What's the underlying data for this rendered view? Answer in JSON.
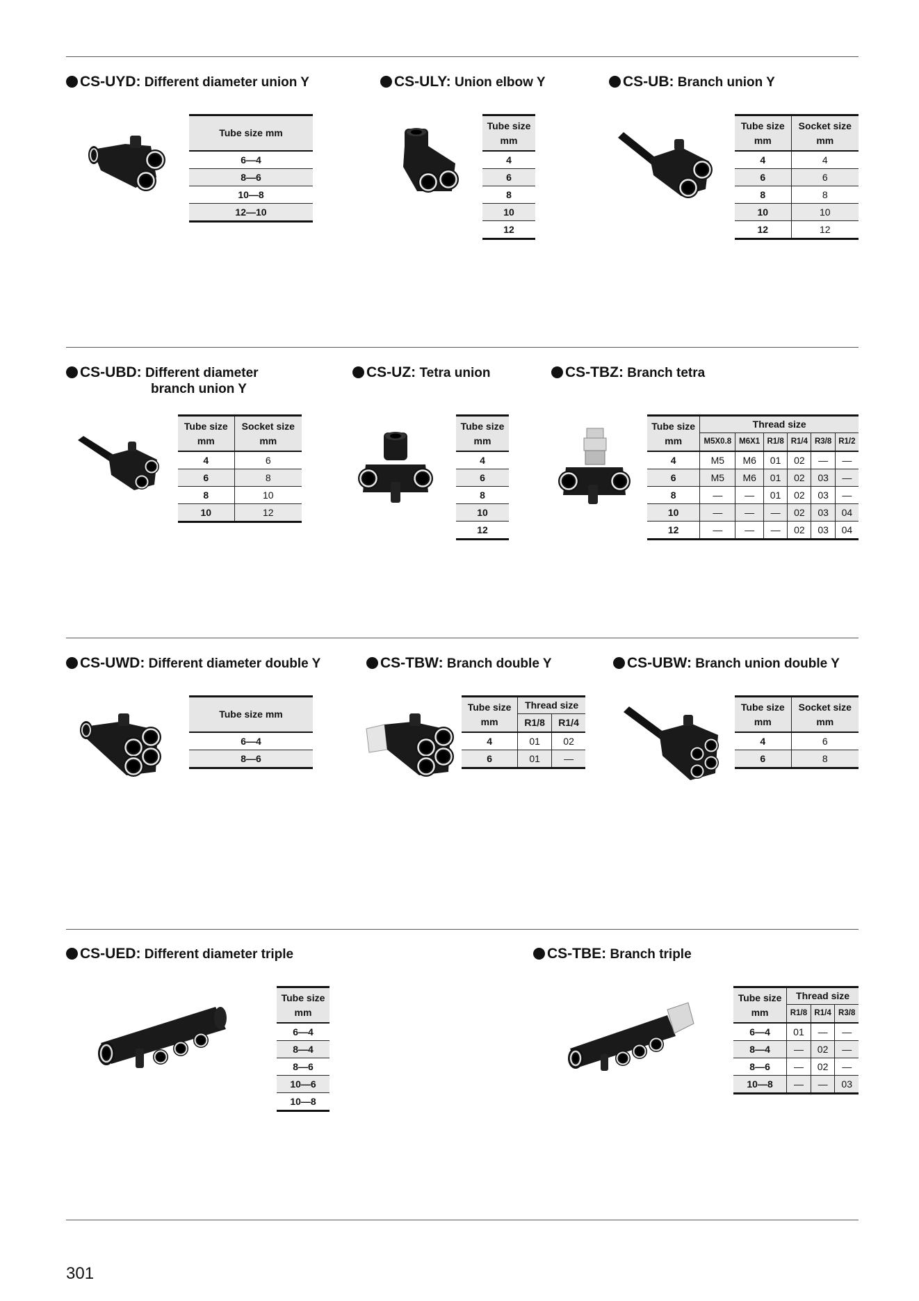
{
  "page_number": "301",
  "sections": [
    {
      "items": [
        {
          "code": "CS-UYD:",
          "name": "Different diameter union Y",
          "icon": "union-y-fitting",
          "table": {
            "header": "Tube size  mm",
            "rows": [
              "6—4",
              "8—6",
              "10—8",
              "12—10"
            ]
          }
        },
        {
          "code": "CS-ULY:",
          "name": "Union elbow Y",
          "icon": "union-elbow-y-fitting",
          "table": {
            "header1": "Tube size",
            "header2": "mm",
            "rows": [
              "4",
              "6",
              "8",
              "10",
              "12"
            ]
          }
        },
        {
          "code": "CS-UB:",
          "name": "Branch union Y",
          "icon": "branch-union-y-fitting",
          "table": {
            "col1": [
              "Tube size",
              "mm"
            ],
            "col2": [
              "Socket size",
              "mm"
            ],
            "rows": [
              [
                "4",
                "4"
              ],
              [
                "6",
                "6"
              ],
              [
                "8",
                "8"
              ],
              [
                "10",
                "10"
              ],
              [
                "12",
                "12"
              ]
            ]
          }
        }
      ]
    },
    {
      "items": [
        {
          "code": "CS-UBD:",
          "name": "Different diameter",
          "name2": "branch union Y",
          "icon": "branch-union-y-fitting",
          "table": {
            "col1": [
              "Tube size",
              "mm"
            ],
            "col2": [
              "Socket size",
              "mm"
            ],
            "rows": [
              [
                "4",
                "6"
              ],
              [
                "6",
                "8"
              ],
              [
                "8",
                "10"
              ],
              [
                "10",
                "12"
              ]
            ]
          }
        },
        {
          "code": "CS-UZ:",
          "name": "Tetra union",
          "icon": "tetra-union-fitting",
          "table": {
            "header1": "Tube size",
            "header2": "mm",
            "rows": [
              "4",
              "6",
              "8",
              "10",
              "12"
            ]
          }
        },
        {
          "code": "CS-TBZ:",
          "name": "Branch tetra",
          "icon": "branch-tetra-fitting",
          "table": {
            "col1": [
              "Tube size",
              "mm"
            ],
            "group": "Thread size",
            "cols": [
              "M5X0.8",
              "M6X1",
              "R1/8",
              "R1/4",
              "R3/8",
              "R1/2"
            ],
            "rows": [
              [
                "4",
                "M5",
                "M6",
                "01",
                "02",
                "—",
                "—"
              ],
              [
                "6",
                "M5",
                "M6",
                "01",
                "02",
                "03",
                "—"
              ],
              [
                "8",
                "—",
                "—",
                "01",
                "02",
                "03",
                "—"
              ],
              [
                "10",
                "—",
                "—",
                "—",
                "02",
                "03",
                "04"
              ],
              [
                "12",
                "—",
                "—",
                "—",
                "02",
                "03",
                "04"
              ]
            ]
          }
        }
      ]
    },
    {
      "items": [
        {
          "code": "CS-UWD:",
          "name": "Different diameter double Y",
          "icon": "double-y-fitting",
          "table": {
            "header": "Tube size  mm",
            "rows": [
              "6—4",
              "8—6"
            ]
          }
        },
        {
          "code": "CS-TBW:",
          "name": "Branch double Y",
          "icon": "branch-double-y-fitting",
          "table": {
            "col1": [
              "Tube size",
              "mm"
            ],
            "group": "Thread size",
            "cols": [
              "R1/8",
              "R1/4"
            ],
            "rows": [
              [
                "4",
                "01",
                "02"
              ],
              [
                "6",
                "01",
                "—"
              ]
            ]
          }
        },
        {
          "code": "CS-UBW:",
          "name": "Branch union double Y",
          "icon": "branch-union-double-y-fitting",
          "table": {
            "col1": [
              "Tube size",
              "mm"
            ],
            "col2": [
              "Socket size",
              "mm"
            ],
            "rows": [
              [
                "4",
                "6"
              ],
              [
                "6",
                "8"
              ]
            ]
          }
        }
      ]
    },
    {
      "items": [
        {
          "code": "CS-UED:",
          "name": "Different diameter triple",
          "icon": "triple-manifold-fitting",
          "table": {
            "header1": "Tube size",
            "header2": "mm",
            "rows": [
              "6—4",
              "8—4",
              "8—6",
              "10—6",
              "10—8"
            ]
          }
        },
        {
          "code": "CS-TBE:",
          "name": "Branch triple",
          "icon": "branch-triple-fitting",
          "table": {
            "col1": [
              "Tube size",
              "mm"
            ],
            "group": "Thread size",
            "cols": [
              "R1/8",
              "R1/4",
              "R3/8"
            ],
            "rows": [
              [
                "6—4",
                "01",
                "—",
                "—"
              ],
              [
                "8—4",
                "—",
                "02",
                "—"
              ],
              [
                "8—6",
                "—",
                "02",
                "—"
              ],
              [
                "10—8",
                "—",
                "—",
                "03"
              ]
            ]
          }
        }
      ]
    }
  ]
}
